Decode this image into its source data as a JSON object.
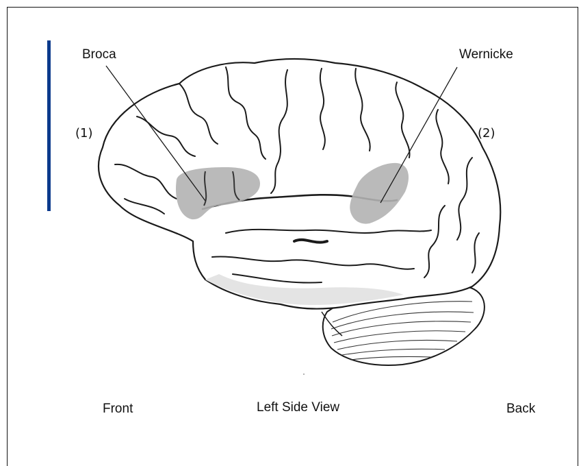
{
  "labels": {
    "broca": "Broca",
    "wernicke": "Wernicke",
    "marker_1": "(1)",
    "marker_2": "(2)",
    "front": "Front",
    "view": "Left Side View",
    "back": "Back"
  },
  "colors": {
    "accent": "#0b3a8c",
    "outline": "#1a1a1a",
    "region_fill": "#b3b3b3",
    "brain_fill": "#ffffff",
    "shade": "#e4e4e4"
  },
  "icons": {
    "diagram": "brain-lateral-view-icon"
  }
}
